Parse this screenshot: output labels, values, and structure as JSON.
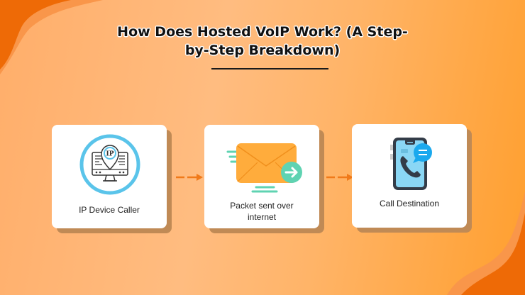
{
  "title": {
    "line1": "How Does Hosted VoIP Work? (A Step-",
    "line2": "by-Step Breakdown)"
  },
  "steps": [
    {
      "label": "IP Device Caller",
      "icon": "ip-monitor-icon"
    },
    {
      "label_line1": "Packet sent over",
      "label_line2": "internet",
      "icon": "envelope-send-icon"
    },
    {
      "label": "Call Destination",
      "icon": "phone-chat-icon"
    }
  ],
  "connectors": [
    {
      "icon": "dashed-arrow-right-icon"
    },
    {
      "icon": "dashed-arrow-right-icon"
    }
  ],
  "colors": {
    "background_light": "#ffbc80",
    "background_dark": "#ff9f2e",
    "blob": "#ee6a06",
    "blob_edge": "#f9964a",
    "card": "#ffffff",
    "card_shadow": "#c08a55",
    "accent_blue": "#5ac4ea",
    "envelope": "#ffac3c",
    "teal": "#5fd3b2",
    "arrow": "#f07a1a"
  }
}
